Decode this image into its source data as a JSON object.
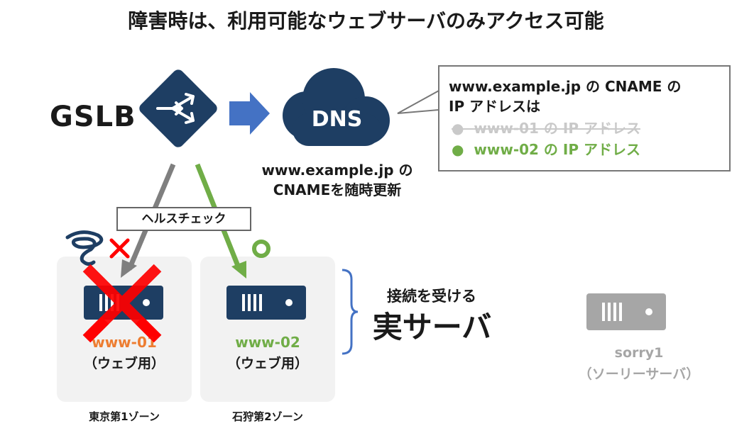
{
  "title": "障害時は、利用可能なウェブサーバのみアクセス可能",
  "gslb": {
    "label": "GSLB"
  },
  "dns": {
    "label": "DNS",
    "caption_line1": "www.example.jp の",
    "caption_line2": "CNAMEを随時更新"
  },
  "callout": {
    "line1": "www.example.jp の CNAME の",
    "line2": "IP アドレスは",
    "items": [
      {
        "text": "www-01 の IP アドレス",
        "status": "removed"
      },
      {
        "text": "www-02 の IP アドレス",
        "status": "active"
      }
    ]
  },
  "health_check": {
    "label": "ヘルスチェック"
  },
  "zones": [
    {
      "server": "www-01",
      "role": "（ウェブ用）",
      "zone": "東京第1ゾーン",
      "status": "failed"
    },
    {
      "server": "www-02",
      "role": "（ウェブ用）",
      "zone": "石狩第2ゾーン",
      "status": "ok"
    }
  ],
  "real_servers": {
    "small": "接続を受ける",
    "big": "実サーバ"
  },
  "sorry": {
    "name": "sorry1",
    "role": "（ソーリーサーバ）"
  },
  "colors": {
    "navy": "#1e3e63",
    "green": "#70ad47",
    "red": "#ff0000",
    "arrow_blue": "#4472c4",
    "gray": "#7f7f7f",
    "light_gray": "#a6a6a6",
    "orange": "#ed7d31"
  },
  "icons": [
    "router-icon",
    "cloud-icon",
    "server-icon",
    "cross-icon",
    "circle-icon",
    "dizzy-icon"
  ]
}
